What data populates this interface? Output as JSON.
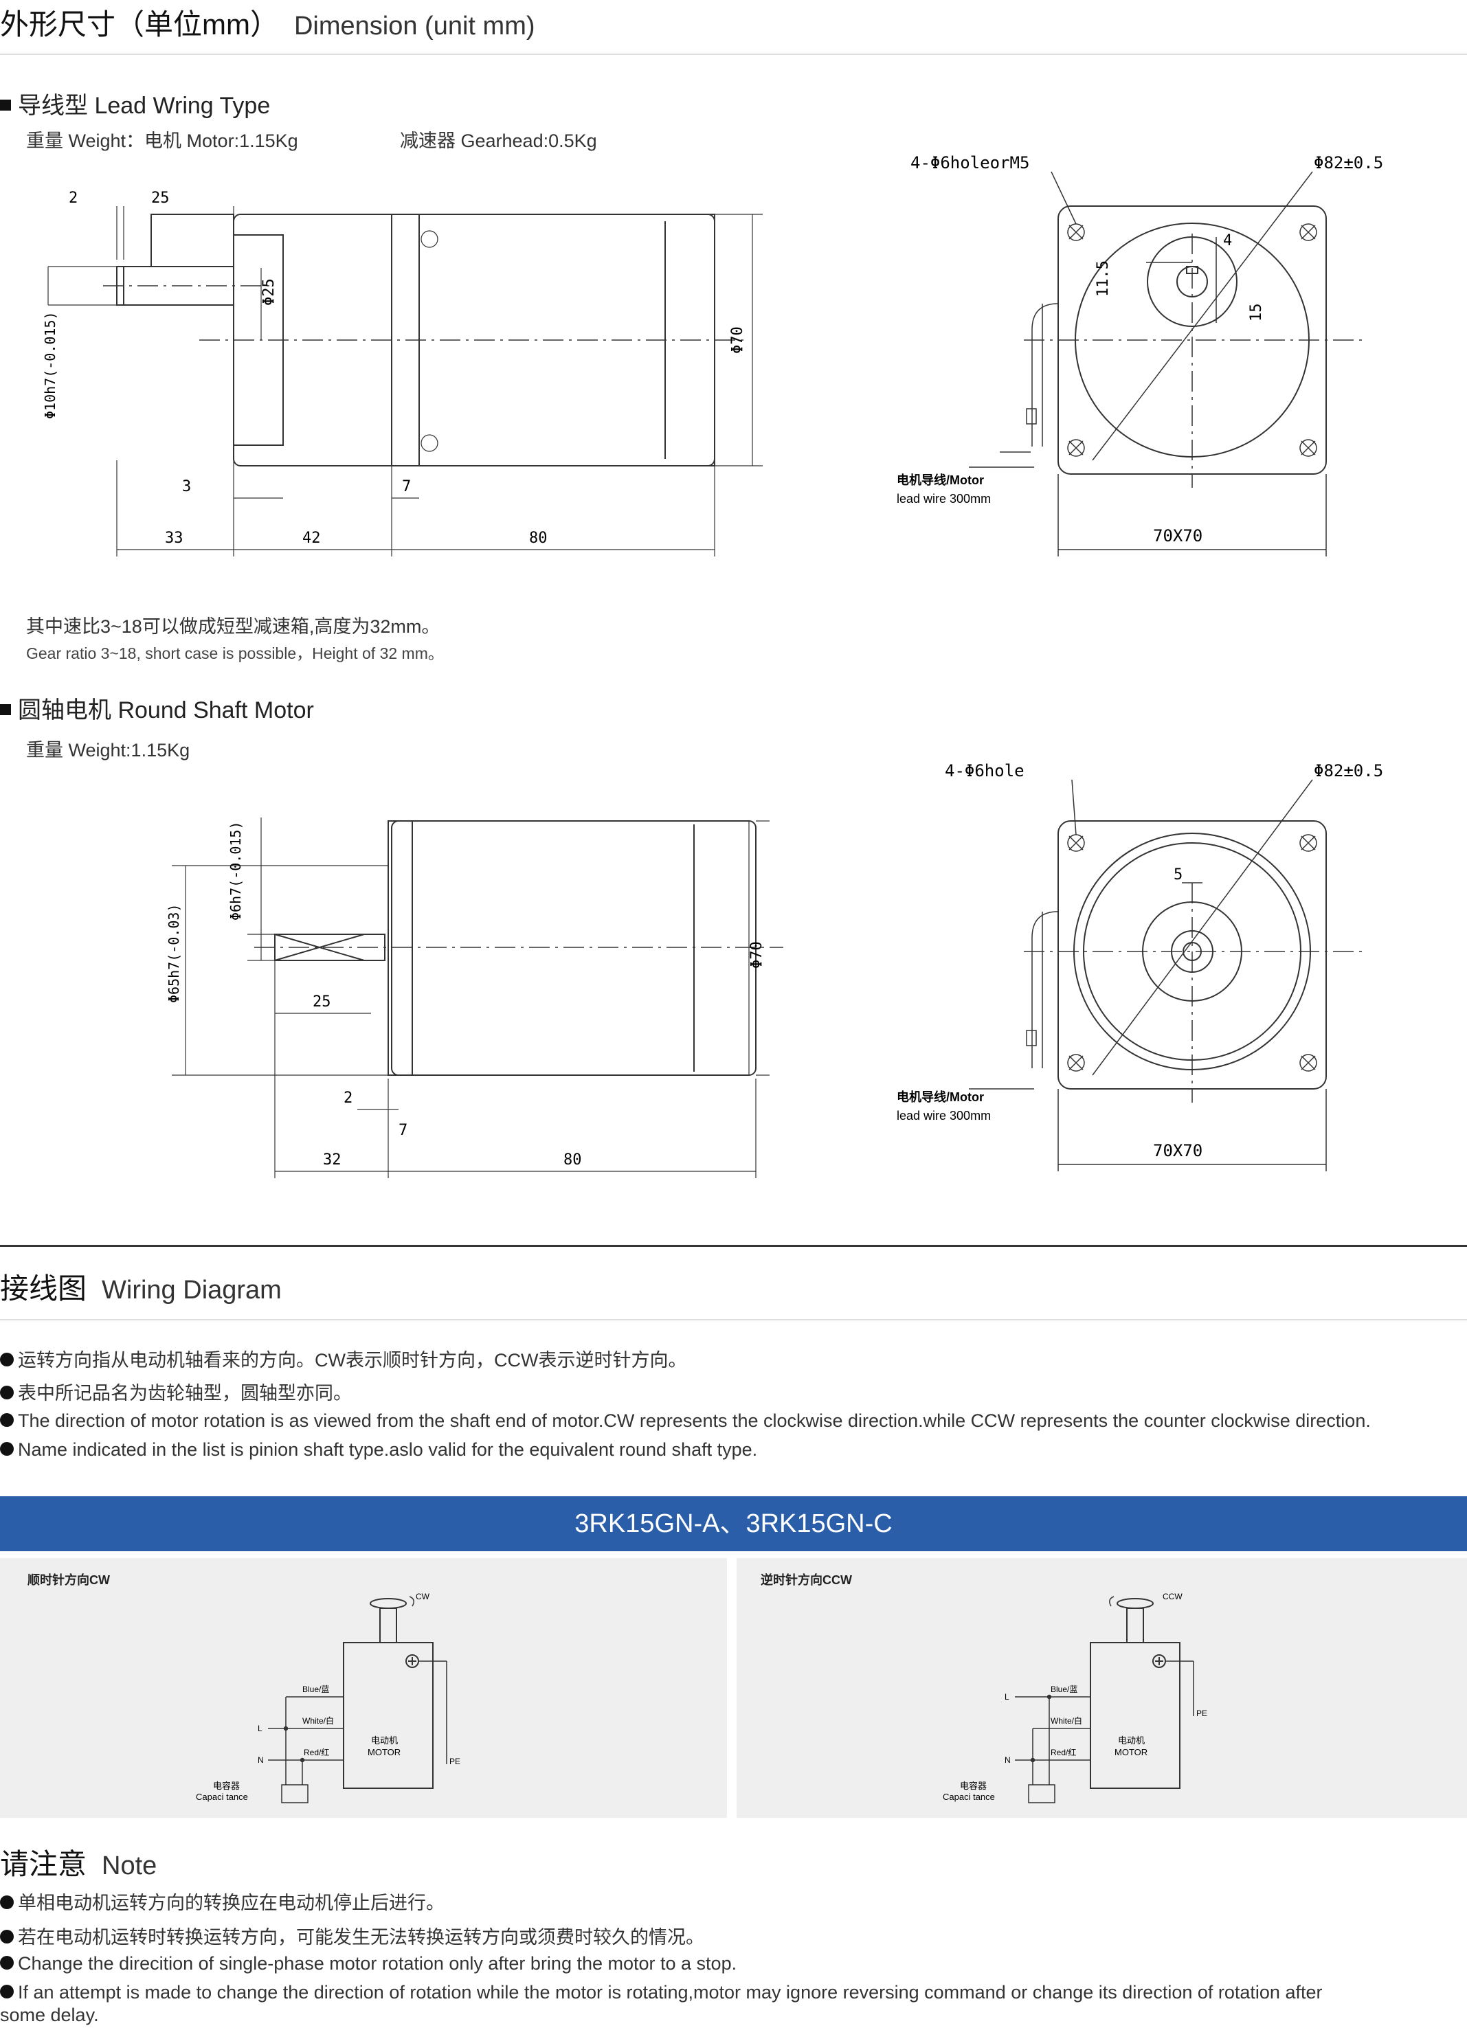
{
  "dimension": {
    "title_cn": "外形尺寸（单位mm）",
    "title_en": "Dimension (unit mm)"
  },
  "lead": {
    "title": "导线型 Lead Wring Type",
    "weight_motor": "重量 Weight：电机 Motor:1.15Kg",
    "weight_gear": "减速器 Gearhead:0.5Kg",
    "note_cn": "其中速比3~18可以做成短型减速箱,高度为32mm。",
    "note_en": "Gear ratio 3~18, short case is possible，Height of 32 mm。"
  },
  "round": {
    "title": "圆轴电机 Round Shaft Motor",
    "weight": "重量 Weight:1.15Kg"
  },
  "drawing": {
    "d2": "2",
    "d25": "25",
    "d3": "3",
    "d7": "7",
    "d33": "33",
    "d42": "42",
    "d80": "80",
    "phi25": "Φ25",
    "phi70": "Φ70",
    "phi10": "Φ10h7(-0.015)",
    "hole_m5": "4-Φ6holeorM5",
    "phi82": "Φ82±0.5",
    "d4": "4",
    "d115": "11.5",
    "d15": "15",
    "lead_wire_1": "电机导线/Motor",
    "lead_wire_2": "lead wire 300mm",
    "d70x70": "70X70",
    "phi6": "Φ6h7(-0.015)",
    "phi65": "Φ65h7(-0.03)",
    "d32": "32",
    "hole": "4-Φ6hole",
    "d5": "5"
  },
  "wiring": {
    "title_cn": "接线图",
    "title_en": "Wiring Diagram",
    "bullets": [
      "运转方向指从电动机轴看来的方向。CW表示顺时针方向，CCW表示逆时针方向。",
      "表中所记品名为齿轮轴型，圆轴型亦同。",
      "The direction of motor rotation is as viewed from the shaft end of motor.CW represents the clockwise direction.while CCW represents the counter clockwise direction.",
      "Name indicated in the list is pinion shaft type.aslo valid for the equivalent round shaft type."
    ],
    "model": "3RK15GN-A、3RK15GN-C",
    "cw_title": "顺时针方向CW",
    "ccw_title": "逆时针方向CCW",
    "labels": {
      "cw": "CW",
      "ccw": "CCW",
      "blue": "Blue/蓝",
      "white": "White/白",
      "red": "Red/红",
      "L": "L",
      "N": "N",
      "motor_cn": "电动机",
      "motor_en": "MOTOR",
      "pe": "PE",
      "cap_cn": "电容器",
      "cap_en": "Capaci tance"
    }
  },
  "note": {
    "title_cn": "请注意",
    "title_en": "Note",
    "bullets": [
      "单相电动机运转方向的转换应在电动机停止后进行。",
      "若在电动机运转时转换运转方向，可能发生无法转换运转方向或须费时较久的情况。",
      "Change the direcition of single-phase motor rotation only after bring the motor to a stop.",
      "If an attempt is made to change the direction of rotation while the motor is rotating,motor may ignore reversing command or change its direction of rotation after"
    ],
    "bullet_last_cont": "some delay."
  }
}
